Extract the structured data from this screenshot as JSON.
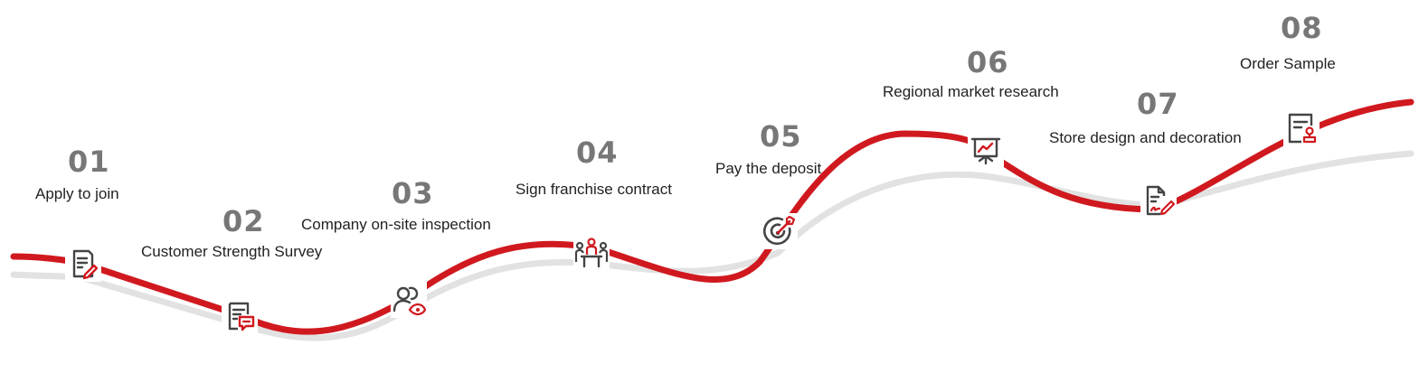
{
  "colors": {
    "accent": "#d0191f",
    "shadow": "#e2e2e2",
    "number": "#777777",
    "text": "#222222",
    "icon": "#444444"
  },
  "steps": [
    {
      "number": "01",
      "label": "Apply to join",
      "icon": "document-edit-icon"
    },
    {
      "number": "02",
      "label": "Customer Strength Survey",
      "icon": "survey-message-icon"
    },
    {
      "number": "03",
      "label": "Company on-site inspection",
      "icon": "people-view-icon"
    },
    {
      "number": "04",
      "label": "Sign franchise contract",
      "icon": "meeting-table-icon"
    },
    {
      "number": "05",
      "label": "Pay the deposit",
      "icon": "target-icon"
    },
    {
      "number": "06",
      "label": "Regional market research",
      "icon": "presentation-chart-icon"
    },
    {
      "number": "07",
      "label": "Store design and decoration",
      "icon": "document-sign-icon"
    },
    {
      "number": "08",
      "label": "Order Sample",
      "icon": "document-stamp-icon"
    }
  ]
}
